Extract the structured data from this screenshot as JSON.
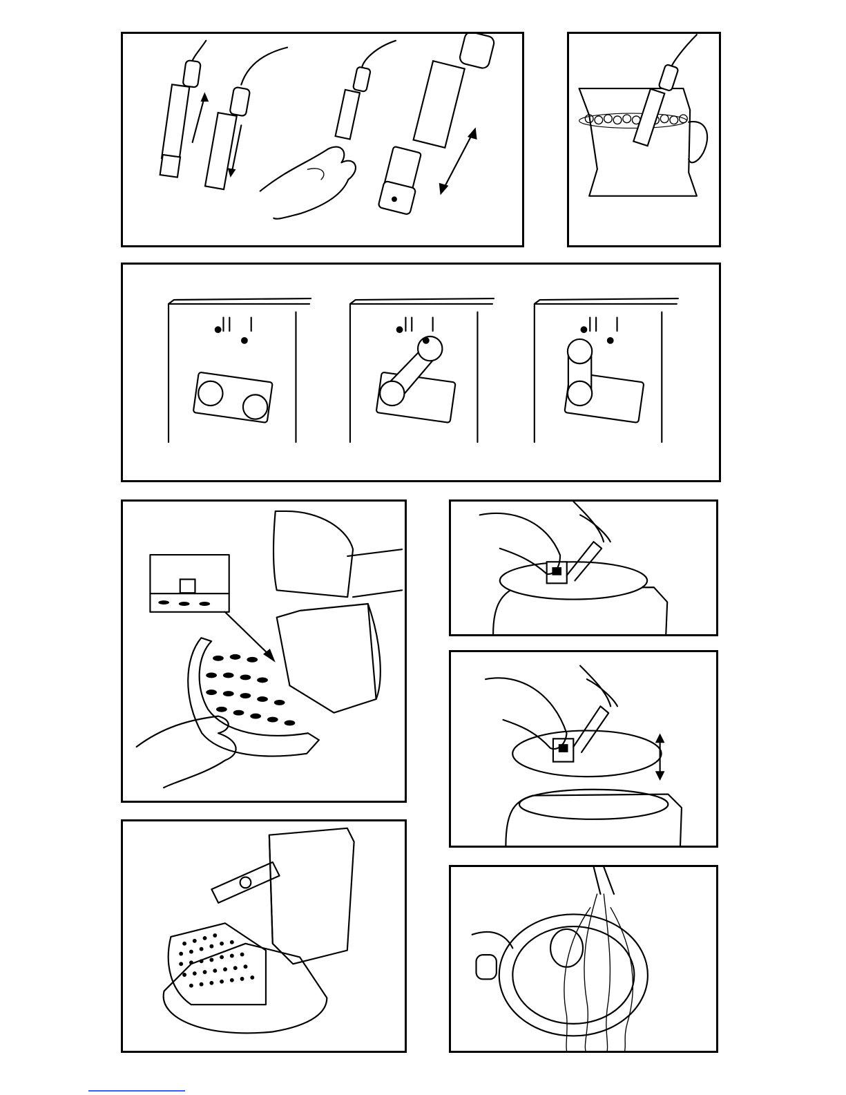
{
  "page": {
    "panels": [
      {
        "id": "p1",
        "subject": "steam-wand-nozzle"
      },
      {
        "id": "p2",
        "subject": "jug-frothing"
      },
      {
        "id": "p3",
        "subject": "lever-positions"
      },
      {
        "id": "p4",
        "subject": "drip-tray-removal"
      },
      {
        "id": "p5",
        "subject": "filter-holder-release"
      },
      {
        "id": "p6",
        "subject": "filter-holder-lift"
      },
      {
        "id": "p7",
        "subject": "tray-and-tank"
      },
      {
        "id": "p8",
        "subject": "rinse-shower"
      }
    ]
  },
  "colors": {
    "line": "#000000",
    "background": "#ffffff",
    "link_underline": "#3b5bff"
  }
}
